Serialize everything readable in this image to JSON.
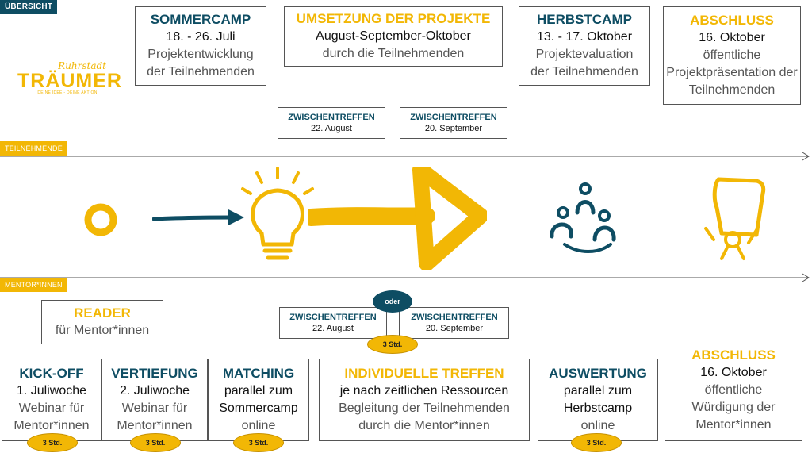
{
  "labels": {
    "overview": "ÜBERSICHT",
    "participants": "TEILNEHMENDE",
    "mentors": "MENTOR*INNEN"
  },
  "logo": {
    "top": "Ruhrstadt",
    "main": "TRÄUMER",
    "sub": "DEINE IDEE - DEINE AKTION"
  },
  "top_boxes": [
    {
      "title": "SOMMERCAMP",
      "line1": "18. - 26. Juli",
      "line2": "Projektentwicklung der Teilnehmenden"
    },
    {
      "title": "UMSETZUNG DER PROJEKTE",
      "line1": "August-September-Oktober",
      "line2": "durch die Teilnehmenden"
    },
    {
      "title": "HERBSTCAMP",
      "line1": "13. - 17. Oktober",
      "line2": "Projektevaluation der Teilnehmenden"
    },
    {
      "title": "ABSCHLUSS",
      "line1": "16. Oktober",
      "line2": "öffentliche Projektpräsentation der Teilnehmenden"
    }
  ],
  "top_meetings": [
    {
      "title": "ZWISCHENTREFFEN",
      "date": "22. August"
    },
    {
      "title": "ZWISCHENTREFFEN",
      "date": "20. September"
    }
  ],
  "mentor_meetings": [
    {
      "title": "ZWISCHENTREFFEN",
      "date": "22. August"
    },
    {
      "title": "ZWISCHENTREFFEN",
      "date": "20. September"
    }
  ],
  "oder": "oder",
  "reader": {
    "title": "READER",
    "line1": "für Mentor*innen"
  },
  "bottom_boxes": [
    {
      "title": "KICK-OFF",
      "line1": "1. Juliwoche",
      "line2": "Webinar für Mentor*innen"
    },
    {
      "title": "VERTIEFUNG",
      "line1": "2. Juliwoche",
      "line2": "Webinar für Mentor*innen"
    },
    {
      "title": "MATCHING",
      "line1": "parallel zum Sommercamp",
      "line2": "online"
    },
    {
      "title": "INDIVIDUELLE TREFFEN",
      "line1": "je nach zeitlichen Ressourcen",
      "line2": "Begleitung der Teilnehmenden durch die Mentor*innen"
    },
    {
      "title": "AUSWERTUNG",
      "line1": "parallel zum Herbstcamp",
      "line2": "online"
    },
    {
      "title": "ABSCHLUSS",
      "line1": "16. Oktober",
      "line2": "öffentliche Würdigung der Mentor*innen"
    }
  ],
  "hours": [
    "3 Std.",
    "3 Std.",
    "3 Std.",
    "3 Std.",
    "3 Std."
  ],
  "colors": {
    "teal": "#0e4d63",
    "gold": "#f2b705"
  },
  "icons": [
    "circle-icon",
    "arrow-icon",
    "lightbulb-icon",
    "big-arrow-icon",
    "group-icon",
    "certificate-icon"
  ]
}
